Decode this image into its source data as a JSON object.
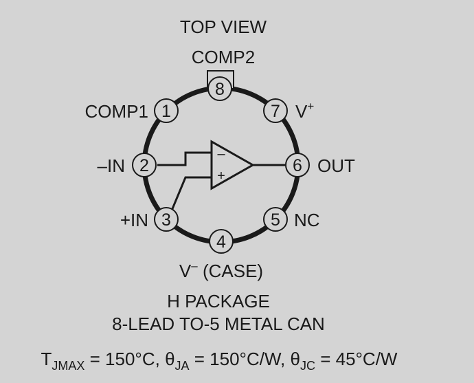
{
  "title": "TOP VIEW",
  "colors": {
    "background": "#d4d4d4",
    "ink": "#1a1a1a"
  },
  "pins": [
    {
      "num": "1",
      "label": "COMP1"
    },
    {
      "num": "2",
      "label": "–IN"
    },
    {
      "num": "3",
      "label": "+IN"
    },
    {
      "num": "4",
      "label_main": "V",
      "label_sup": "–",
      "label_tail": " (CASE)"
    },
    {
      "num": "5",
      "label": "NC"
    },
    {
      "num": "6",
      "label": "OUT"
    },
    {
      "num": "7",
      "label_main": "V",
      "label_sup": "+"
    },
    {
      "num": "8",
      "label": "COMP2"
    }
  ],
  "opamp": {
    "minus": "–",
    "plus": "+"
  },
  "package": {
    "line1": "H PACKAGE",
    "line2": "8-LEAD TO-5 METAL CAN"
  },
  "thermal": {
    "t": "T",
    "t_sub": "JMAX",
    "t_val": " = 150°C, ",
    "ja": "θ",
    "ja_sub": "JA",
    "ja_val": " = 150°C/W, ",
    "jc": "θ",
    "jc_sub": "JC",
    "jc_val": " = 45°C/W"
  }
}
